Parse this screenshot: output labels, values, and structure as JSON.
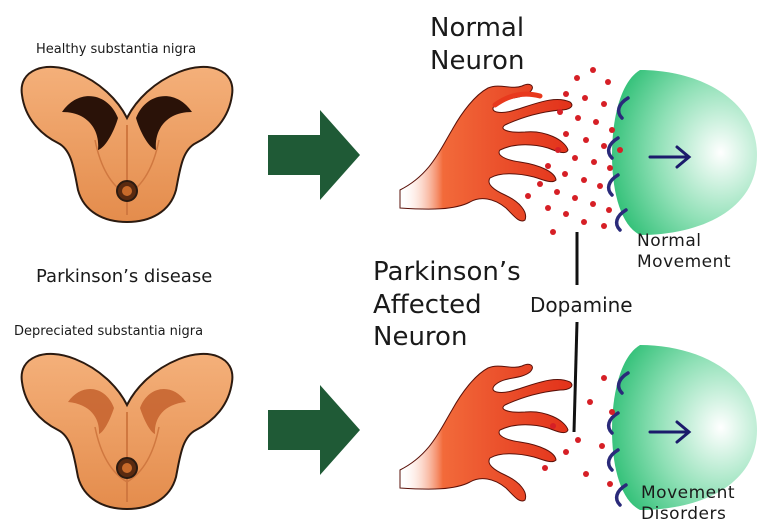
{
  "labels": {
    "healthy": "Healthy substantia nigra",
    "disease": "Parkinson’s disease",
    "depreciated": "Depreciated substantia nigra",
    "normal_neuron": [
      "Normal",
      "Neuron"
    ],
    "affected_neuron": [
      "Parkinson’s",
      "Affected",
      "Neuron"
    ],
    "dopamine": "Dopamine",
    "normal_movement": [
      "Normal",
      "Movement"
    ],
    "movement_disorders": [
      "Movement",
      "Disorders"
    ]
  },
  "colors": {
    "brain_fill": "#f0a466",
    "brain_outline": "#2b1a10",
    "nigra_dark": "#2a1208",
    "nigra_faded": "#c4622e",
    "arrow": "#1f5a36",
    "neuron": "#e8391d",
    "dopamine_dot": "#d61f26",
    "receptor": "#2a2a7a",
    "cell": "#3cc47e"
  },
  "icons": {
    "movement_arrow": "right-arrow-icon"
  }
}
